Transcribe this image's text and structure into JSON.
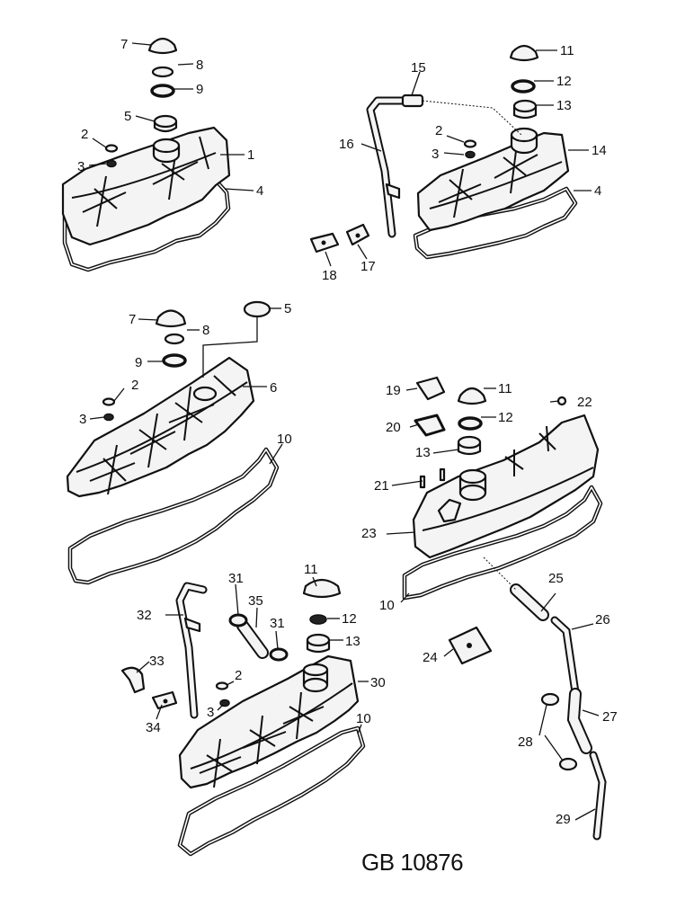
{
  "drawing_code": "GB 10876",
  "callouts": {
    "n1": "1",
    "n2": "2",
    "n3": "3",
    "n4": "4",
    "n5": "5",
    "n6": "6",
    "n7": "7",
    "n8": "8",
    "n9": "9",
    "n10": "10",
    "n11": "11",
    "n12": "12",
    "n13": "13",
    "n14": "14",
    "n15": "15",
    "n16": "16",
    "n17": "17",
    "n18": "18",
    "n19": "19",
    "n20": "20",
    "n21": "21",
    "n22": "22",
    "n23": "23",
    "n24": "24",
    "n25": "25",
    "n26": "26",
    "n27": "27",
    "n28": "28",
    "n29": "29",
    "n30": "30",
    "n31": "31",
    "n32": "32",
    "n33": "33",
    "n34": "34",
    "n35": "35"
  }
}
